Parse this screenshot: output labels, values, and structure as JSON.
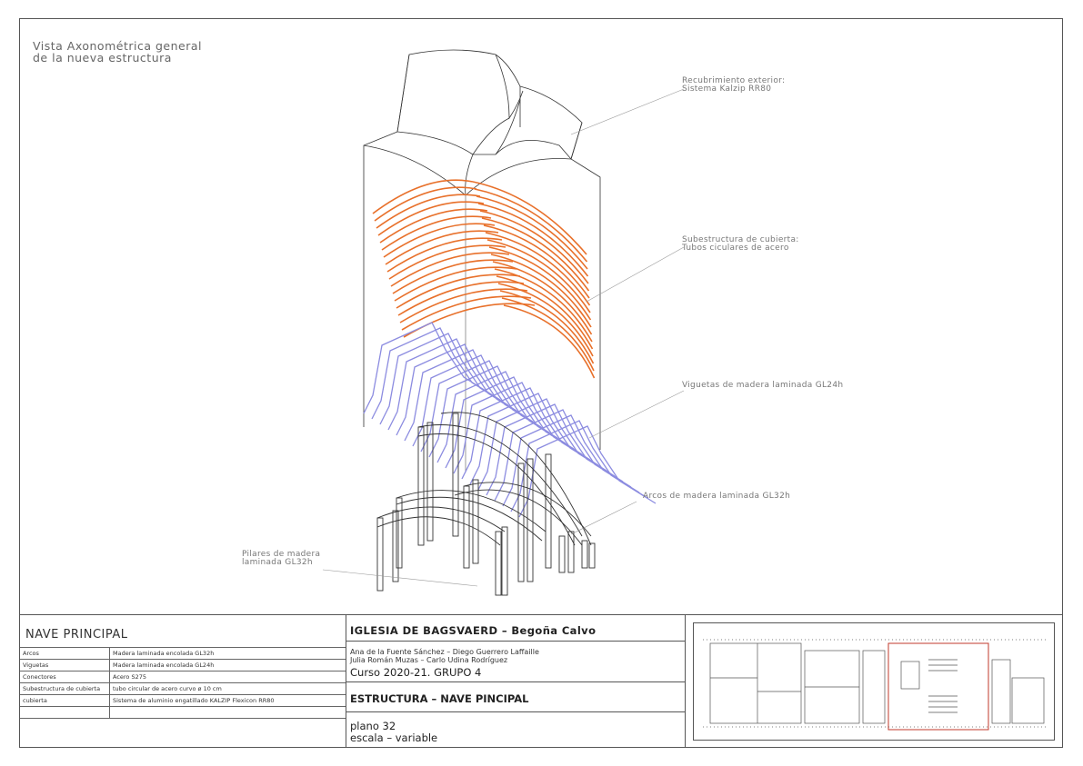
{
  "view_title": {
    "line1": "Vista Axonométrica general",
    "line2": "de la nueva estructura"
  },
  "callouts": {
    "recubrimiento_line1": "Recubrimiento exterior:",
    "recubrimiento_line2": "Sistema Kalzip RR80",
    "subestructura_line1": "Subestructura de cubierta:",
    "subestructura_line2": "Tubos ciculares de acero",
    "viguetas": "Viguetas de madera laminada GL24h",
    "arcos": "Arcos de madera laminada GL32h",
    "pilares_line1": "Pilares de madera",
    "pilares_line2": "laminada GL32h"
  },
  "colors": {
    "orange_tubes": "#e8702a",
    "purple_joists": "#8c8ce0",
    "plan_highlight": "#c0392b",
    "line": "#333333"
  },
  "nave": {
    "title": "NAVE PRINCIPAL",
    "rows": [
      {
        "key": "Arcos",
        "value": "Madera laminada encolada GL32h"
      },
      {
        "key": "Viguetas",
        "value": "Madera laminada encolada GL24h"
      },
      {
        "key": "Conectores",
        "value": "Acero S275"
      },
      {
        "key": "Subestructura de cubierta",
        "value": "tubo circular de acero curvo ø 10 cm"
      },
      {
        "key": "cubierta",
        "value": "Sistema de aluminio engatillado KALZIP Flexicon RR80"
      }
    ]
  },
  "info": {
    "church": "IGLESIA DE BAGSVAERD  – Begoña Calvo",
    "authors_line1": "Ana de la Fuente Sánchez – Diego Guerrero Laffaille",
    "authors_line2": "Julia Román Muzas – Carlo Udina Rodríguez",
    "curso": "Curso 2020-21. GRUPO 4",
    "estructura": "ESTRUCTURA – NAVE PINCIPAL",
    "plano": "plano 32",
    "escala": "escala – variable"
  }
}
